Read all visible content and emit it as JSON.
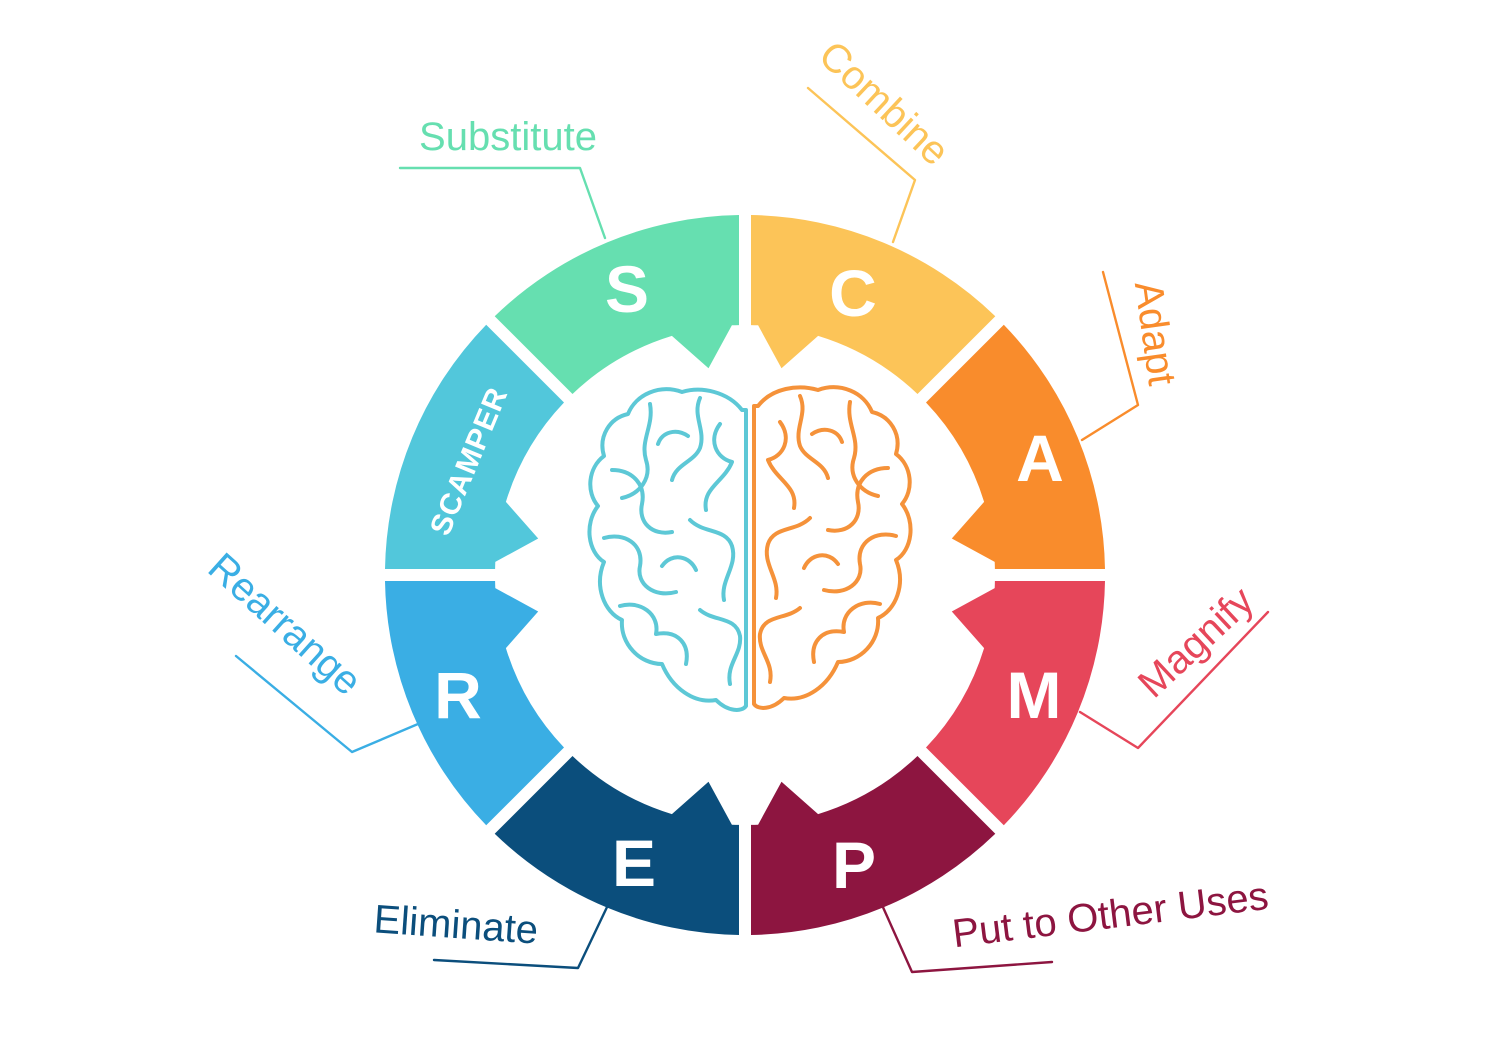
{
  "diagram": {
    "segments": [
      {
        "id": "S",
        "letter": "S",
        "label": "Substitute",
        "color": "#66dfb0"
      },
      {
        "id": "C",
        "letter": "C",
        "label": "Combine",
        "color": "#fcc458"
      },
      {
        "id": "A",
        "letter": "A",
        "label": "Adapt",
        "color": "#f98c2c"
      },
      {
        "id": "M",
        "letter": "M",
        "label": "Magnify",
        "color": "#e6465a"
      },
      {
        "id": "P",
        "letter": "P",
        "label": "Put to Other Uses",
        "color": "#8d1540"
      },
      {
        "id": "E",
        "letter": "E",
        "label": "Eliminate",
        "color": "#0b4e7c"
      },
      {
        "id": "R",
        "letter": "R",
        "label": "Rearrange",
        "color": "#3aaee4"
      },
      {
        "id": "SCAMPER",
        "letter": "",
        "label": "",
        "color": "#52c7db",
        "vertical_label": "SCAMPER"
      }
    ],
    "brain": {
      "left_color": "#5dc8d6",
      "right_color": "#f5923a",
      "left_icon": "brain-left-hemisphere-icon",
      "right_icon": "brain-right-hemisphere-icon"
    }
  }
}
